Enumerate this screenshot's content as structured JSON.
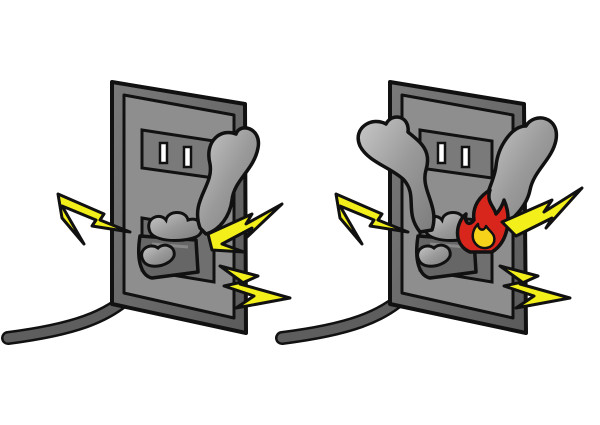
{
  "illustration": {
    "panels": [
      {
        "id": "smoking-outlet",
        "hazards": [
          "spark",
          "smoke"
        ]
      },
      {
        "id": "burning-outlet",
        "hazards": [
          "spark",
          "smoke",
          "fire"
        ]
      }
    ],
    "colors": {
      "background": "#ffffff",
      "plate_outer": "#6b6b6b",
      "plate_inner": "#8e8e8e",
      "socket_face": "#7a7a7a",
      "cord": "#5e5e5e",
      "outline": "#111111",
      "spark": "#f2ef1a",
      "smoke": "#9a9a9a",
      "flame_outer": "#d9261c",
      "flame_inner": "#f7d21a"
    }
  }
}
